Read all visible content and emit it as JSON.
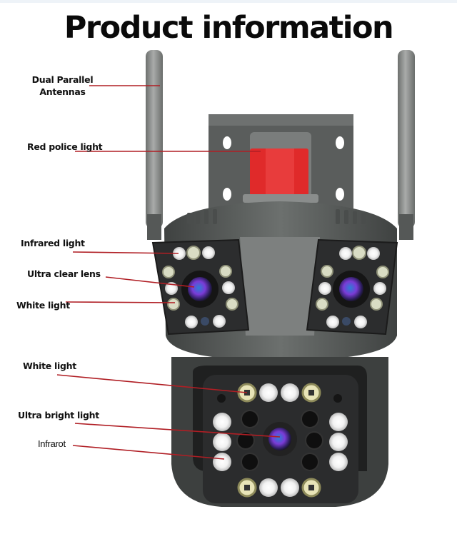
{
  "title": "Product information",
  "labels": {
    "antennas_line1": "Dual Parallel",
    "antennas_line2": "Antennas",
    "police_light": "Red police light",
    "infrared_light": "Infrared light",
    "ultra_clear_lens": "Ultra clear lens",
    "white_light_upper": "White light",
    "white_light_lower": "White light",
    "ultra_bright_light": "Ultra bright light",
    "infrarot": "Infrarot"
  },
  "colors": {
    "leader_line": "#b01e24",
    "police_light": "#e02a2a",
    "body": "#5f6361",
    "panel": "#2a2b2c"
  }
}
